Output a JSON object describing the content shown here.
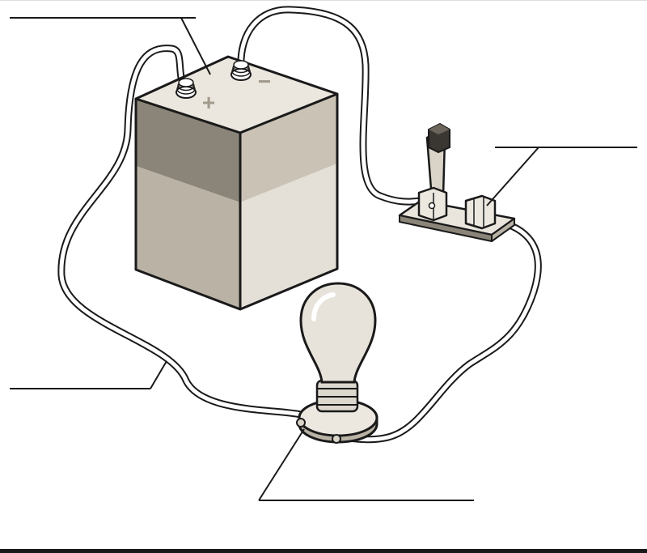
{
  "diagram": {
    "battery": {
      "positive_sign": "+",
      "negative_sign": "−"
    },
    "label_lines": [
      {
        "id": "battery-label-line",
        "text": ""
      },
      {
        "id": "switch-label-line",
        "text": ""
      },
      {
        "id": "wire-label-line",
        "text": ""
      },
      {
        "id": "bulb-label-line",
        "text": ""
      }
    ],
    "colors": {
      "outline": "#1a1a1a",
      "battery_top": "#ebe7df",
      "battery_left_upper": "#8b8579",
      "battery_left_lower": "#b9b2a5",
      "battery_right_upper": "#c9c2b5",
      "battery_right_lower": "#e4e0d7",
      "bulb_glass": "#e7e3da",
      "wire": "#ffffff"
    }
  }
}
